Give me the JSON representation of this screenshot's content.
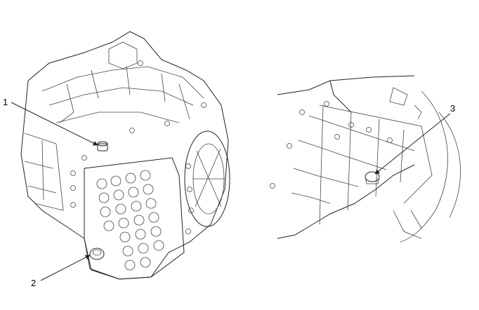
{
  "figure": {
    "callouts": [
      {
        "label": "1",
        "part": "plug-1"
      },
      {
        "label": "2",
        "part": "plug-2"
      },
      {
        "label": "3",
        "part": "plug-3"
      }
    ]
  }
}
